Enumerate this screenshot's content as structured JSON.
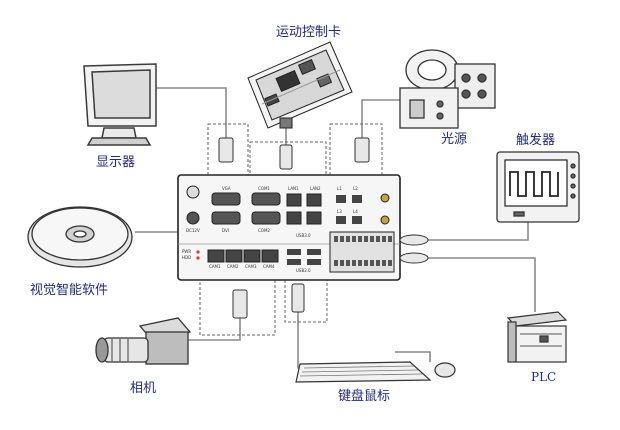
{
  "labels": {
    "motion_card": "运动控制卡",
    "monitor": "显示器",
    "light_source": "光源",
    "trigger": "触发器",
    "vision_software": "视觉智能软件",
    "camera": "相机",
    "keyboard_mouse": "键盘鼠标",
    "plc": "PLC"
  },
  "controller": {
    "top_ports": [
      "VGA",
      "COM1",
      "LAN1",
      "LAN2",
      "L1",
      "L2"
    ],
    "mid_ports": [
      "DVI",
      "COM2",
      "L3",
      "L4"
    ],
    "bottom_ports": [
      "CAM1",
      "CAM2",
      "CAM3",
      "CAM4"
    ],
    "usb_labels": [
      "USB3.0",
      "USB2.0"
    ],
    "power_label": "DC12V",
    "led_labels": [
      "PWR",
      "HDD"
    ]
  },
  "colors": {
    "label": "#1e2a8a",
    "line": "#8a8a8a",
    "device": "#3a3a3a"
  }
}
